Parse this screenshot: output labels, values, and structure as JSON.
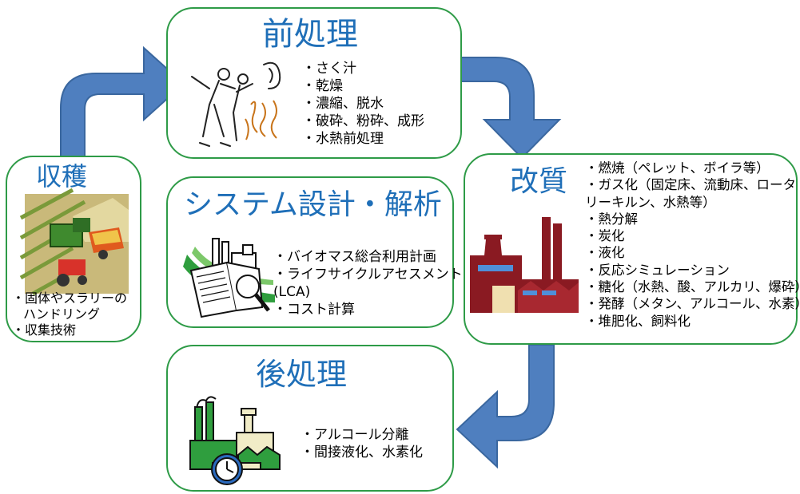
{
  "harvest": {
    "title": "収穫",
    "items": [
      "・固体やスラリーの",
      "ハンドリング",
      "・収集技術"
    ]
  },
  "preprocess": {
    "title": "前処理",
    "items": [
      "・さく汁",
      "・乾燥",
      "・濃縮、脱水",
      "・破砕、粉砕、成形",
      "・水熱前処理"
    ]
  },
  "system": {
    "title": "システム設計・解析",
    "items": [
      "・バイオマス総合利用計画",
      "・ライフサイクルアセスメント",
      "(LCA)",
      "・コスト計算"
    ]
  },
  "reform": {
    "title": "改質",
    "items": [
      "・燃焼（ペレット、ボイラ等）",
      "・ガス化（固定床、流動床、ロータ",
      "リーキルン、水熱等）",
      "・熱分解",
      "・炭化",
      "・液化",
      "・反応シミュレーション",
      "・糖化（水熱、酸、アルカリ、爆砕）",
      "・発酵（メタン、アルコール、水素）",
      "・堆肥化、飼料化"
    ]
  },
  "postprocess": {
    "title": "後処理",
    "items": [
      "・アルコール分離",
      "・間接液化、水素化"
    ]
  },
  "colors": {
    "border": "#2e9b47",
    "title": "#1f6fb8",
    "arrow": "#4f7fbf",
    "arrow_edge": "#3a679f",
    "factory": "#8a1a22"
  },
  "icons": [
    "farm-harvest-icon",
    "worker-icon",
    "factory-plan-icon",
    "factory-icon",
    "industrial-plant-icon"
  ]
}
